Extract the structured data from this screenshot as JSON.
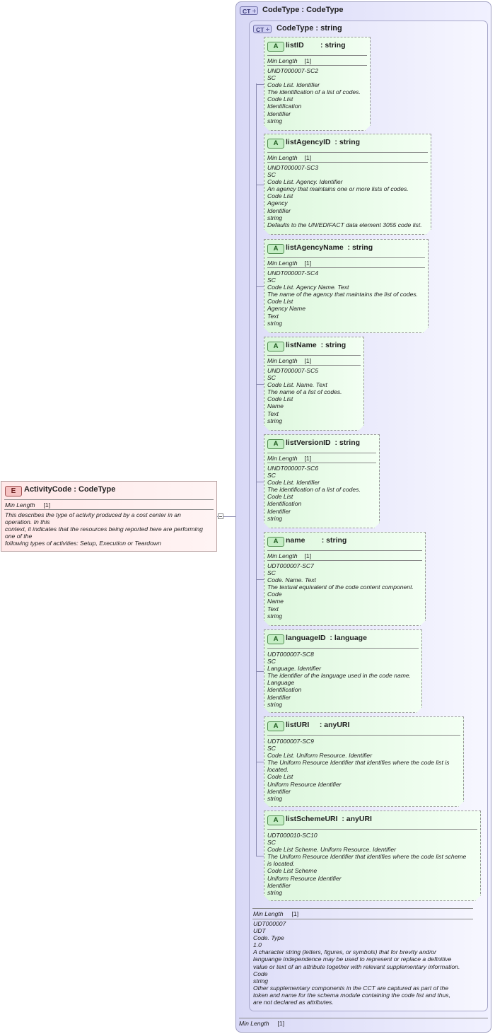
{
  "element": {
    "badge": "E",
    "title": "ActivityCode  : CodeType",
    "min_length_label": "Min Length",
    "min_length_value": "[1]",
    "doc_lines": [
      "This describes the type of activity produced by a cost center in an",
      "operation. In this",
      "context, it indicates that the resources being reported here are performing",
      "one of the",
      "following types of activities: Setup, Execution or Teardown"
    ]
  },
  "outer_type": {
    "badge": "CT",
    "title": "CodeType  : CodeType",
    "min_length_label": "Min Length",
    "min_length_value": "[1]"
  },
  "inner_type": {
    "badge": "CT",
    "title": "CodeType  : string",
    "min_length_label": "Min Length",
    "min_length_value": "[1]",
    "doc_lines": [
      "UDT000007",
      "UDT",
      "Code. Type",
      "1.0",
      "A character string (letters, figures, or symbols) that for brevity and/or",
      "languange independence may be used to represent or replace a definitive",
      "value or text of an attribute together with relevant supplementary information.",
      "Code",
      "string",
      "Other supplementary components in the CCT are captured as part of the",
      "token and name for the schema module containing the code list and thus,",
      "are not declared as attributes."
    ]
  },
  "attributes": [
    {
      "badge": "A",
      "title": "listID        : string",
      "min_length": true,
      "ml_label": "Min Length",
      "ml_value": "[1]",
      "lines": [
        "UNDT000007-SC2",
        "SC",
        "Code List. Identifier",
        "The identification of a list of codes.",
        "Code List",
        "Identification",
        "Identifier",
        "string"
      ]
    },
    {
      "badge": "A",
      "title": "listAgencyID  : string",
      "min_length": true,
      "ml_label": "Min Length",
      "ml_value": "[1]",
      "lines": [
        "UNDT000007-SC3",
        "SC",
        "Code List. Agency. Identifier",
        "An agency that maintains one or more lists of codes.",
        "Code List",
        "Agency",
        "Identifier",
        "string",
        "Defaults to the UN/EDIFACT data element 3055 code list."
      ]
    },
    {
      "badge": "A",
      "title": "listAgencyName  : string",
      "min_length": true,
      "ml_label": "Min Length",
      "ml_value": "[1]",
      "lines": [
        "UNDT000007-SC4",
        "SC",
        "Code List. Agency Name. Text",
        "The name of the agency that maintains the list of codes.",
        "Code List",
        "Agency Name",
        "Text",
        "string"
      ]
    },
    {
      "badge": "A",
      "title": "listName  : string",
      "min_length": true,
      "ml_label": "Min Length",
      "ml_value": "[1]",
      "lines": [
        "UNDT000007-SC5",
        "SC",
        "Code List. Name. Text",
        "The name of a list of codes.",
        "Code List",
        "Name",
        "Text",
        "string"
      ]
    },
    {
      "badge": "A",
      "title": "listVersionID  : string",
      "min_length": true,
      "ml_label": "Min Length",
      "ml_value": "[1]",
      "lines": [
        "UNDT000007-SC6",
        "SC",
        "Code List. Identifier",
        "The identification of a list of codes.",
        "Code List",
        "Identification",
        "Identifier",
        "string"
      ]
    },
    {
      "badge": "A",
      "title": "name        : string",
      "min_length": true,
      "ml_label": "Min Length",
      "ml_value": "[1]",
      "lines": [
        "UDT000007-SC7",
        "SC",
        "Code. Name. Text",
        "The textual equivalent of the code content component.",
        "Code",
        "Name",
        "Text",
        "string"
      ]
    },
    {
      "badge": "A",
      "title": "languageID  : language",
      "min_length": false,
      "lines": [
        "UDT000007-SC8",
        "SC",
        "Language. Identifier",
        "The identifier of the language used in the code name.",
        "Language",
        "Identification",
        "Identifier",
        "string"
      ]
    },
    {
      "badge": "A",
      "title": "listURI     : anyURI",
      "min_length": false,
      "lines": [
        "UDT000007-SC9",
        "SC",
        "Code List. Uniform Resource. Identifier",
        "The Uniform Resource Identifier that identifies where the code list is",
        "located.",
        "Code List",
        "Uniform Resource Identifier",
        "Identifier",
        "string"
      ]
    },
    {
      "badge": "A",
      "title": "listSchemeURI  : anyURI",
      "min_length": false,
      "lines": [
        "UDT000010-SC10",
        "SC",
        "Code List Scheme. Uniform Resource. Identifier",
        "The Uniform Resource Identifier that identifies where the code list scheme",
        "is located.",
        "Code List Scheme",
        "Uniform Resource Identifier",
        "Identifier",
        "string"
      ]
    }
  ]
}
